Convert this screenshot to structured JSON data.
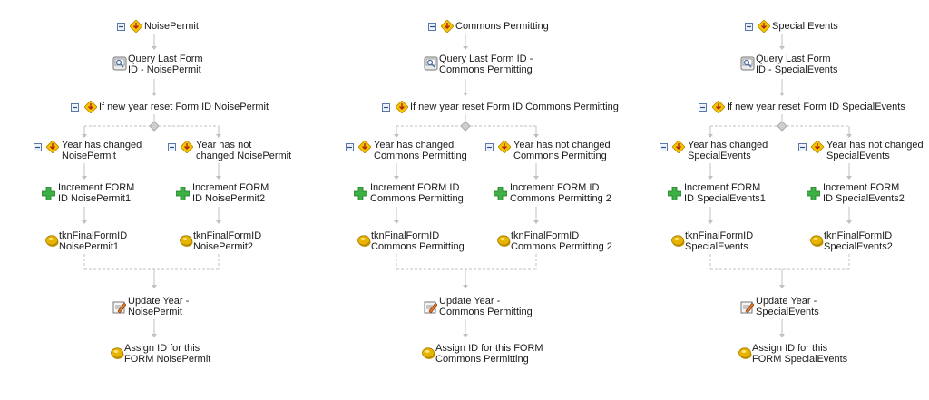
{
  "workflows": [
    {
      "name": "NoisePermit",
      "query": [
        "Query Last Form",
        "ID - NoisePermit"
      ],
      "condition": "If new year reset Form ID NoisePermit",
      "branch_changed": [
        "Year has changed",
        "NoisePermit"
      ],
      "branch_not_changed": [
        "Year has not",
        "changed NoisePermit"
      ],
      "inc_changed": [
        "Increment FORM",
        "ID NoisePermit1"
      ],
      "inc_not_changed": [
        "Increment FORM",
        "ID NoisePermit2"
      ],
      "tkn_changed": [
        "tknFinalFormID",
        "NoisePermit1"
      ],
      "tkn_not_changed": [
        "tknFinalFormID",
        "NoisePermit2"
      ],
      "update": [
        "Update Year -",
        "NoisePermit"
      ],
      "assign": [
        "Assign ID for this",
        "FORM NoisePermit"
      ]
    },
    {
      "name": "Commons Permitting",
      "query": [
        "Query Last Form ID -",
        "Commons Permitting"
      ],
      "condition": "If new year reset Form ID Commons Permitting",
      "branch_changed": [
        "Year has changed",
        "Commons Permitting"
      ],
      "branch_not_changed": [
        "Year has not changed",
        "Commons Permitting"
      ],
      "inc_changed": [
        "Increment FORM ID",
        "Commons Permitting"
      ],
      "inc_not_changed": [
        "Increment FORM ID",
        "Commons Permitting 2"
      ],
      "tkn_changed": [
        "tknFinalFormID",
        "Commons Permitting"
      ],
      "tkn_not_changed": [
        "tknFinalFormID",
        "Commons Permitting 2"
      ],
      "update": [
        "Update Year -",
        "Commons Permitting"
      ],
      "assign": [
        "Assign ID for this FORM",
        "Commons Permitting"
      ]
    },
    {
      "name": "Special Events",
      "query": [
        "Query Last Form",
        "ID - SpecialEvents"
      ],
      "condition": "If new year reset Form ID SpecialEvents",
      "branch_changed": [
        "Year has changed",
        "SpecialEvents"
      ],
      "branch_not_changed": [
        "Year has not changed",
        "SpecialEvents"
      ],
      "inc_changed": [
        "Increment FORM",
        "ID SpecialEvents1"
      ],
      "inc_not_changed": [
        "Increment FORM",
        "ID SpecialEvents2"
      ],
      "tkn_changed": [
        "tknFinalFormID",
        "SpecialEvents"
      ],
      "tkn_not_changed": [
        "tknFinalFormID",
        "SpecialEvents2"
      ],
      "update": [
        "Update Year -",
        "SpecialEvents"
      ],
      "assign": [
        "Assign ID for this",
        "FORM SpecialEvents"
      ]
    }
  ],
  "colors": {
    "connector": "#c0c0c0",
    "collapse_box": "#5a78a8",
    "diamond_yellow": "#f5c400",
    "plus_green": "#3cb043",
    "token_gold": "#e8b400"
  }
}
